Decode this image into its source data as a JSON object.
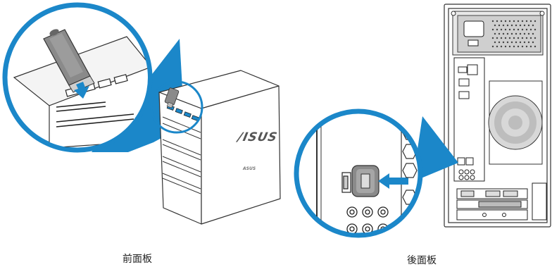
{
  "captions": {
    "front": "前面板",
    "rear": "後面板"
  },
  "brand": {
    "logo_text": "/ISUS",
    "small_text": "ASUS"
  },
  "colors": {
    "accent": "#1b87c9",
    "outline": "#333333",
    "usb_plug": "#8a8a8a",
    "background": "#ffffff"
  },
  "icons": {
    "arrow": "insert-arrow",
    "usb": "usb-drive-icon",
    "port": "usb-port-icon"
  }
}
